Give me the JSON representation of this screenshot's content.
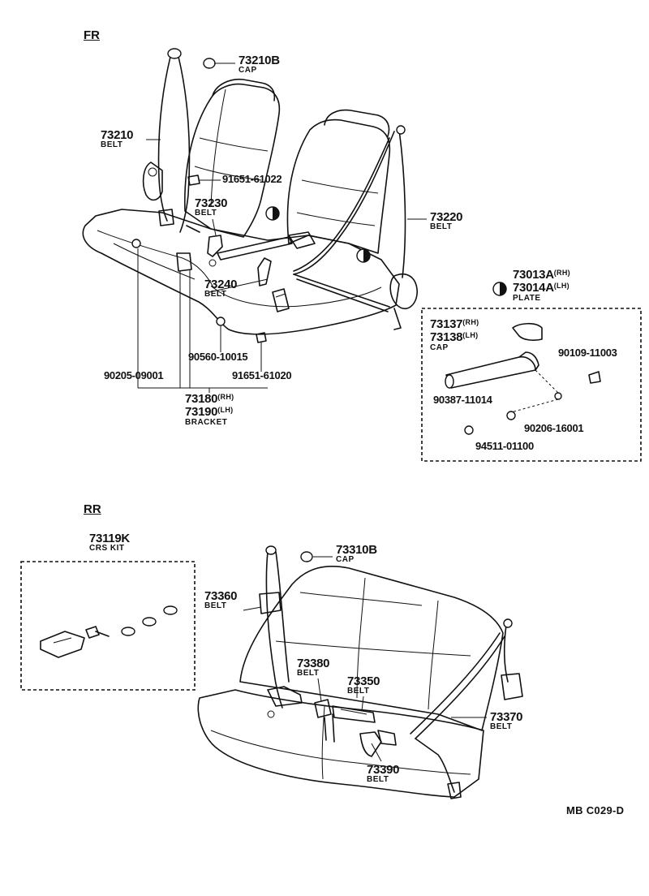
{
  "sections": {
    "front": "FR",
    "rear": "RR"
  },
  "reference": "MB  C029-D",
  "front_parts": {
    "p73210b": {
      "number": "73210B",
      "name": "CAP"
    },
    "p73210": {
      "number": "73210",
      "name": "BELT"
    },
    "p91651_61022": {
      "number": "91651-61022"
    },
    "p73230": {
      "number": "73230",
      "name": "BELT"
    },
    "p73220": {
      "number": "73220",
      "name": "BELT"
    },
    "p73013a": {
      "number": "73013A",
      "side": "(RH)"
    },
    "p73014a": {
      "number": "73014A",
      "side": "(LH)",
      "name": "PLATE"
    },
    "p73240": {
      "number": "73240",
      "name": "BELT"
    },
    "p90560_10015": {
      "number": "90560-10015"
    },
    "p91651_61020": {
      "number": "91651-61020"
    },
    "p90205_09001": {
      "number": "90205-09001"
    },
    "p73180": {
      "number": "73180",
      "side": "(RH)"
    },
    "p73190": {
      "number": "73190",
      "side": "(LH)",
      "name": "BRACKET"
    }
  },
  "cap_kit": {
    "p73137": {
      "number": "73137",
      "side": "(RH)"
    },
    "p73138": {
      "number": "73138",
      "side": "(LH)",
      "name": "CAP"
    },
    "p90109_11003": {
      "number": "90109-11003"
    },
    "p90387_11014": {
      "number": "90387-11014"
    },
    "p90206_16001": {
      "number": "90206-16001"
    },
    "p94511_01100": {
      "number": "94511-01100"
    }
  },
  "rear_parts": {
    "p73119k": {
      "number": "73119K",
      "name": "CRS KIT"
    },
    "p73310b": {
      "number": "73310B",
      "name": "CAP"
    },
    "p73360": {
      "number": "73360",
      "name": "BELT"
    },
    "p73380": {
      "number": "73380",
      "name": "BELT"
    },
    "p73350": {
      "number": "73350",
      "name": "BELT"
    },
    "p73370": {
      "number": "73370",
      "name": "BELT"
    },
    "p73390": {
      "number": "73390",
      "name": "BELT"
    }
  },
  "colors": {
    "ink": "#111111",
    "paper": "#ffffff"
  }
}
